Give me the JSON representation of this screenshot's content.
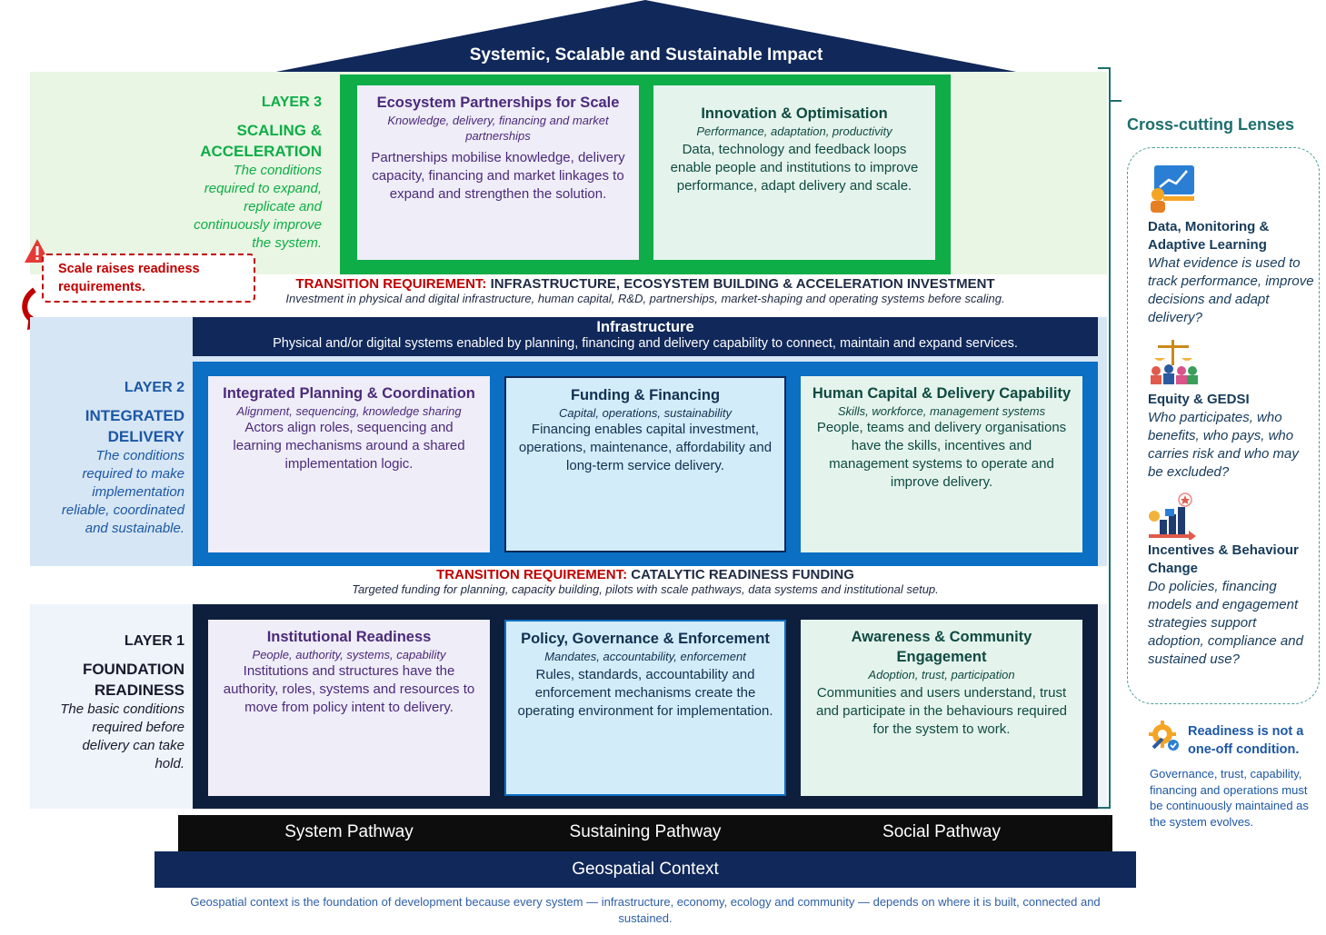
{
  "roof": {
    "title": "Systemic, Scalable and Sustainable Impact"
  },
  "layer3": {
    "num": "LAYER 3",
    "name1": "SCALING &",
    "name2": "ACCELERATION",
    "desc": [
      "The conditions",
      "required to expand,",
      "replicate and",
      "continuously improve",
      "the system."
    ],
    "cards": [
      {
        "title": "Ecosystem Partnerships for Scale",
        "sub": "Knowledge, delivery, financing and market partnerships",
        "body": "Partnerships mobilise knowledge, delivery capacity, financing and market linkages to expand and strengthen the solution."
      },
      {
        "title": "Innovation & Optimisation",
        "sub": "Performance, adaptation, productivity",
        "body": "Data, technology and feedback loops enable people and institutions to improve performance, adapt delivery and scale."
      }
    ]
  },
  "scale_note": {
    "text": "Scale raises readiness requirements."
  },
  "transition1": {
    "label": "TRANSITION REQUIREMENT:",
    "title": " INFRASTRUCTURE, ECOSYSTEM BUILDING & ACCELERATION INVESTMENT",
    "sub": "Investment in physical and digital infrastructure, human capital, R&D, partnerships, market-shaping and operating systems before scaling."
  },
  "infrastructure": {
    "title": "Infrastructure",
    "body": "Physical and/or digital systems enabled by planning, financing and delivery capability to connect, maintain and expand services."
  },
  "layer2": {
    "num": "LAYER 2",
    "name1": "INTEGRATED",
    "name2": "DELIVERY",
    "desc": [
      "The conditions",
      "required to make",
      "implementation",
      "reliable, coordinated",
      "and sustainable."
    ],
    "cards": [
      {
        "title": "Integrated Planning & Coordination",
        "sub": "Alignment, sequencing, knowledge sharing",
        "body": "Actors align roles, sequencing and learning mechanisms around a shared implementation logic."
      },
      {
        "title": "Funding & Financing",
        "sub": "Capital, operations, sustainability",
        "body": "Financing enables capital investment, operations, maintenance, affordability and long-term service delivery."
      },
      {
        "title": "Human Capital & Delivery Capability",
        "sub": "Skills, workforce, management systems",
        "body": "People, teams and delivery organisations have the skills, incentives and management systems to operate and improve delivery."
      }
    ]
  },
  "transition2": {
    "label": "TRANSITION REQUIREMENT:",
    "title": " CATALYTIC READINESS FUNDING",
    "sub": "Targeted funding for planning, capacity building, pilots with scale pathways, data systems and institutional setup."
  },
  "layer1": {
    "num": "LAYER 1",
    "name1": "FOUNDATION",
    "name2": "READINESS",
    "desc": [
      "The basic conditions",
      "required before",
      "delivery can take",
      "hold."
    ],
    "cards": [
      {
        "title": "Institutional Readiness",
        "sub": "People, authority, systems, capability",
        "body": "Institutions and structures have the authority, roles, systems and resources to move from policy intent to delivery."
      },
      {
        "title": "Policy, Governance & Enforcement",
        "sub": "Mandates, accountability, enforcement",
        "body": "Rules, standards, accountability and enforcement mechanisms create the operating environment for implementation."
      },
      {
        "title": "Awareness & Community Engagement",
        "sub": "Adoption, trust, participation",
        "body": "Communities and users understand, trust and participate in the behaviours required for the system to work."
      }
    ]
  },
  "pathways": [
    "System Pathway",
    "Sustaining Pathway",
    "Social Pathway"
  ],
  "geo": {
    "title": "Geospatial Context",
    "note": "Geospatial context is the foundation of development because every system — infrastructure, economy, ecology and community — depends on where it is built, connected and sustained."
  },
  "lenses": {
    "title": "Cross-cutting Lenses",
    "items": [
      {
        "title": "Data, Monitoring & Adaptive Learning",
        "question": "What evidence is used to track performance, improve decisions and adapt delivery?",
        "icon": "data-monitoring-icon"
      },
      {
        "title": "Equity & GEDSI",
        "question": "Who participates, who benefits, who pays, who carries risk and who may be excluded?",
        "icon": "equity-scales-icon"
      },
      {
        "title": "Incentives & Behaviour Change",
        "question": "Do policies, financing models and engagement strategies support adoption, compliance and sustained use?",
        "icon": "incentives-chart-icon"
      }
    ]
  },
  "readiness_note": {
    "title": "Readiness is not a one-off condition.",
    "body": "Governance, trust, capability, financing and operations must be continuously maintained as the system evolves."
  },
  "colors": {
    "layer3_green": "#0ead47",
    "layer2_blue": "#0b6fc4",
    "layer1_navy": "#0e1f3d",
    "navy": "#10285a",
    "red": "#c00000",
    "teal": "#1d6f6d"
  }
}
